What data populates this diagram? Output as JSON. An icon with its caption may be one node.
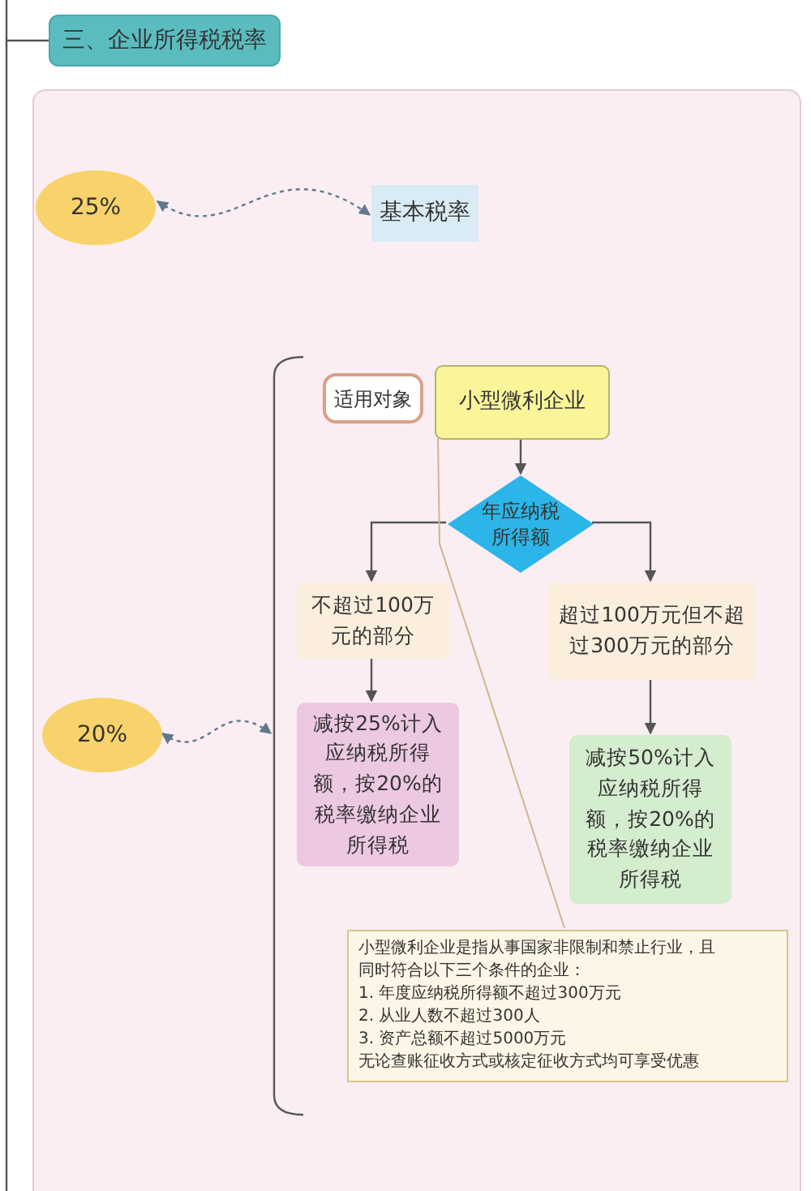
{
  "diagram": {
    "nodes": [
      {
        "text": [
          "三、企业所得税税率"
        ]
      },
      {
        "text": [],
        "shape": "box"
      },
      {
        "text": [
          "25%"
        ],
        "in": 1
      },
      {
        "text": [
          "基本税率"
        ],
        "in": 1
      },
      {
        "text": [
          "20%"
        ],
        "in": 1
      },
      {
        "text": [
          "适用对象"
        ],
        "in": 1
      },
      {
        "text": [
          "小型微利企业"
        ],
        "in": 1
      },
      {
        "text": [
          "年应纳税所得额"
        ],
        "in": 1
      },
      {
        "text": [
          "不超过100万元的部分"
        ],
        "in": 1
      },
      {
        "text": [
          "超过100万元但不超过300万元的部分"
        ],
        "in": 1
      },
      {
        "text": [
          "减按25%计入应纳税所得额，按20%的税率缴纳企业所得税"
        ],
        "in": 1
      },
      {
        "text": [
          "减按50%计入应纳税所得额，按20%的税率缴纳企业所得税"
        ],
        "in": 1
      },
      {
        "text": [
          "小型微利企业是指从事国家非限制和禁止行业，且同时符合以下三个条件的企业：",
          "1. 年度应纳税所得额不超过300万元",
          "2. 从业人数不超过300人",
          "3. 资产总额不超过5000万元",
          "无论查账征收方式或核定征收方式均可享受优惠"
        ],
        "in": 1
      },
      {
        "text": [],
        "shape": "bracket",
        "in": 1
      }
    ],
    "edges": [
      {
        "from": null,
        "to": 0,
        "arrow": "none"
      },
      {
        "from": 2,
        "to": 3,
        "arrow": "both",
        "style": "dashed"
      },
      {
        "from": 4,
        "to": 13,
        "arrow": "both",
        "style": "dashed"
      },
      {
        "from": 6,
        "to": 7,
        "arrow": "to"
      },
      {
        "from": 7,
        "to": 8,
        "arrow": "to"
      },
      {
        "from": 7,
        "to": 9,
        "arrow": "to"
      },
      {
        "from": 8,
        "to": 10,
        "arrow": "to"
      },
      {
        "from": 9,
        "to": 11,
        "arrow": "to"
      },
      {
        "from": 6,
        "to": 12,
        "arrow": "none",
        "color": "#d2b48c"
      }
    ]
  }
}
